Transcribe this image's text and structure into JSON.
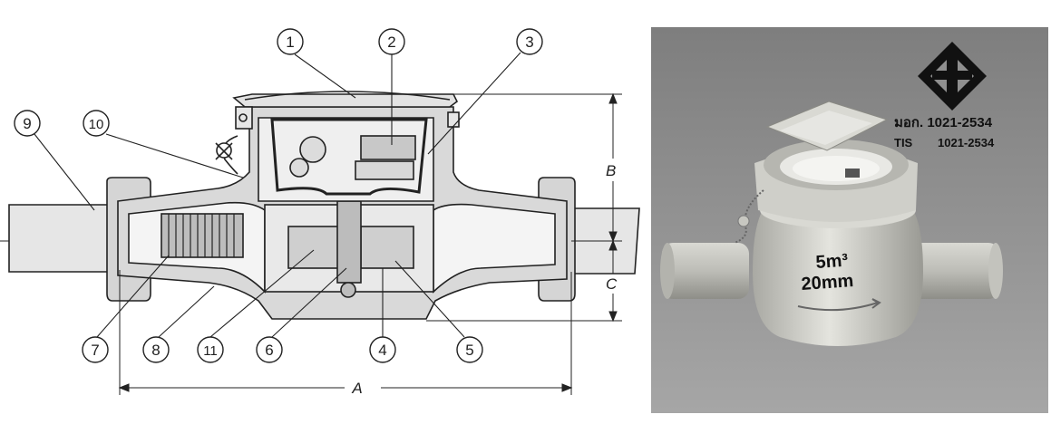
{
  "callouts": [
    {
      "number": "1"
    },
    {
      "number": "2"
    },
    {
      "number": "3"
    },
    {
      "number": "4"
    },
    {
      "number": "5"
    },
    {
      "number": "6"
    },
    {
      "number": "7"
    },
    {
      "number": "8"
    },
    {
      "number": "9"
    },
    {
      "number": "10"
    },
    {
      "number": "11"
    }
  ],
  "dimensions": {
    "a": "A",
    "b": "B",
    "c": "C"
  },
  "photo": {
    "cert_thai": "มอก. 1021-2534",
    "cert_tis_label": "TIS",
    "cert_tis_number": "1021-2534",
    "body_marking_1": "5m³",
    "body_marking_2": "20mm",
    "colors": {
      "background": "#8f8f8f",
      "meter": "#cfcfc9",
      "logo": "#111111"
    }
  }
}
